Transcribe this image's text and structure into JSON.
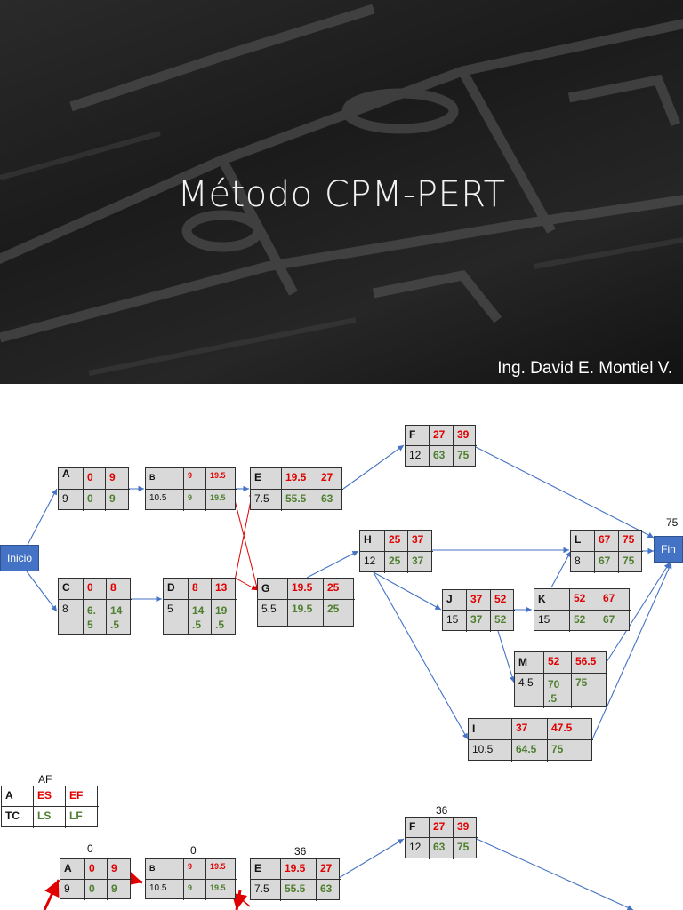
{
  "slide": {
    "title": "Método CPM-PERT",
    "author": "Ing. David E. Montiel V."
  },
  "diagram1": {
    "start": "Inicio",
    "end": "Fin",
    "end_total": "75",
    "nodes": {
      "A": {
        "id": "A",
        "tc": "9",
        "es": "0",
        "ef": "9",
        "ls": "0",
        "lf": "9"
      },
      "B": {
        "id": "B",
        "tc": "10.5",
        "es": "9",
        "ef": "19.5",
        "ls": "9",
        "lf": "19.5"
      },
      "C": {
        "id": "C",
        "tc": "8",
        "es": "0",
        "ef": "8",
        "ls": "6.\n5",
        "lf": "14\n.5"
      },
      "D": {
        "id": "D",
        "tc": "5",
        "es": "8",
        "ef": "13",
        "ls": "14\n.5",
        "lf": "19\n.5"
      },
      "E": {
        "id": "E",
        "tc": "7.5",
        "es": "19.5",
        "ef": "27",
        "ls": "55.5",
        "lf": "63"
      },
      "F": {
        "id": "F",
        "tc": "12",
        "es": "27",
        "ef": "39",
        "ls": "63",
        "lf": "75"
      },
      "G": {
        "id": "G",
        "tc": "5.5",
        "es": "19.5",
        "ef": "25",
        "ls": "19.5",
        "lf": "25"
      },
      "H": {
        "id": "H",
        "tc": "12",
        "es": "25",
        "ef": "37",
        "ls": "25",
        "lf": "37"
      },
      "I": {
        "id": "I",
        "tc": "10.5",
        "es": "37",
        "ef": "47.5",
        "ls": "64.5",
        "lf": "75"
      },
      "J": {
        "id": "J",
        "tc": "15",
        "es": "37",
        "ef": "52",
        "ls": "37",
        "lf": "52"
      },
      "K": {
        "id": "K",
        "tc": "15",
        "es": "52",
        "ef": "67",
        "ls": "52",
        "lf": "67"
      },
      "L": {
        "id": "L",
        "tc": "8",
        "es": "67",
        "ef": "75",
        "ls": "67",
        "lf": "75"
      },
      "M": {
        "id": "M",
        "tc": "4.5",
        "es": "52",
        "ef": "56.5",
        "ls": "70\n.5",
        "lf": "75"
      }
    }
  },
  "legend": {
    "title": "AF",
    "id": "A",
    "es": "ES",
    "ef": "EF",
    "tc": "TC",
    "ls": "LS",
    "lf": "LF"
  },
  "diagram2": {
    "labels": {
      "A": "0",
      "B": "0",
      "E": "36",
      "F": "36"
    },
    "nodes": {
      "A": {
        "id": "A",
        "tc": "9",
        "es": "0",
        "ef": "9",
        "ls": "0",
        "lf": "9"
      },
      "B": {
        "id": "B",
        "tc": "10.5",
        "es": "9",
        "ef": "19.5",
        "ls": "9",
        "lf": "19.5"
      },
      "E": {
        "id": "E",
        "tc": "7.5",
        "es": "19.5",
        "ef": "27",
        "ls": "55.5",
        "lf": "63"
      },
      "F": {
        "id": "F",
        "tc": "12",
        "es": "27",
        "ef": "39",
        "ls": "63",
        "lf": "75"
      }
    }
  },
  "colors": {
    "early": "#e00000",
    "late": "#4e7f2f",
    "link": "#4472c4",
    "critical": "#e00000"
  }
}
